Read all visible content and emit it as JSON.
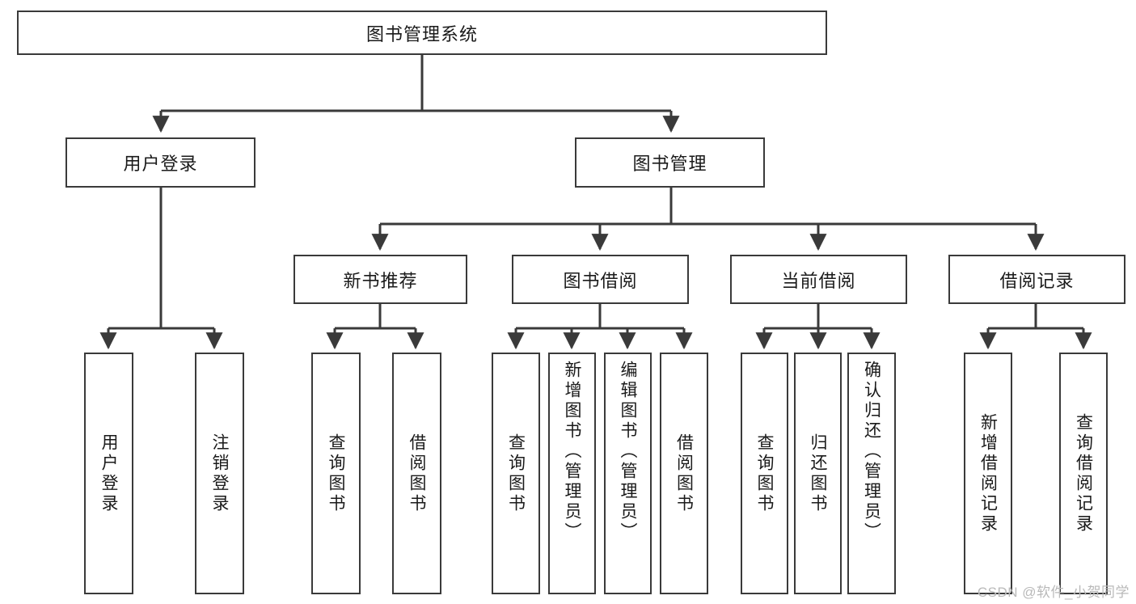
{
  "diagram": {
    "title": "图书管理系统",
    "type": "hierarchy-tree",
    "root": {
      "label": "图书管理系统"
    },
    "level2": [
      {
        "label": "用户登录"
      },
      {
        "label": "图书管理"
      }
    ],
    "level3": [
      {
        "label": "新书推荐"
      },
      {
        "label": "图书借阅"
      },
      {
        "label": "当前借阅"
      },
      {
        "label": "借阅记录"
      }
    ],
    "leaves": {
      "user_login": [
        {
          "label": "用户登录"
        },
        {
          "label": "注销登录"
        }
      ],
      "new_book_recommend": [
        {
          "label": "查询图书"
        },
        {
          "label": "借阅图书"
        }
      ],
      "book_borrow": [
        {
          "label": "查询图书"
        },
        {
          "label": "新增图书（管理员）"
        },
        {
          "label": "编辑图书（管理员）"
        },
        {
          "label": "借阅图书"
        }
      ],
      "current_borrow": [
        {
          "label": "查询图书"
        },
        {
          "label": "归还图书"
        },
        {
          "label": "确认归还（管理员）"
        }
      ],
      "borrow_record": [
        {
          "label": "新增借阅记录"
        },
        {
          "label": "查询借阅记录"
        }
      ]
    }
  },
  "watermark": {
    "text": "CSDN @软件_小贺同学"
  },
  "colors": {
    "box_border": "#3a3a3a",
    "edge": "#3a3a3a",
    "text": "#1a1a1a",
    "background": "#ffffff",
    "watermark": "#b9b9b9"
  }
}
